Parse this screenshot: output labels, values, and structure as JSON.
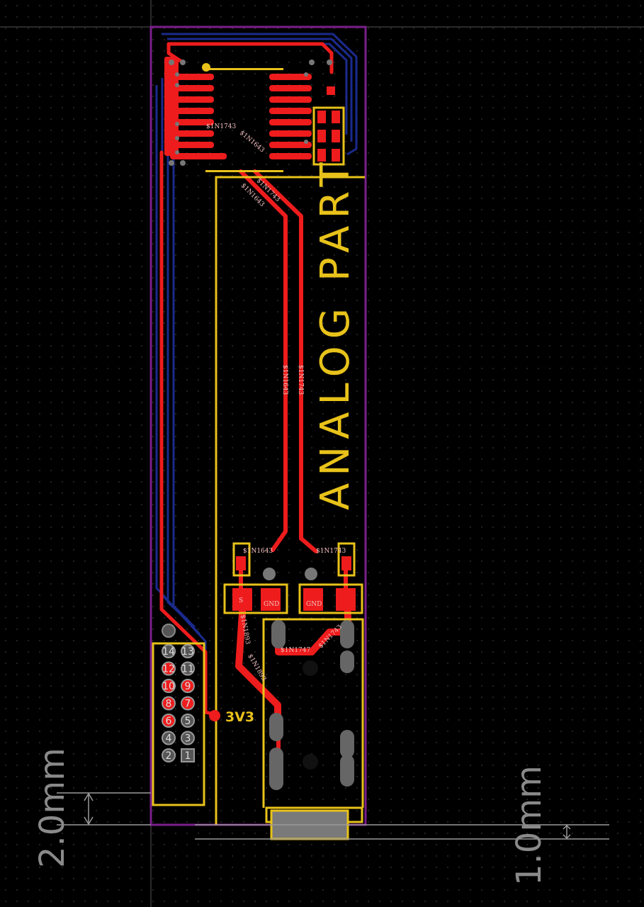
{
  "board": {
    "silkscreen_title": "ANALOG PART",
    "power_label": "3V3",
    "outline_color": "#7a1f8c",
    "copper_top_color": "#ee1c1c",
    "copper_bottom_color": "#1a2a8c",
    "silkscreen_color": "#e8c21a"
  },
  "dimensions": {
    "left": "2.0mm",
    "right": "1.0mm"
  },
  "nets": {
    "n1743": "$1N1743",
    "n1643": "$1N1643",
    "n1747": "$1N1747",
    "n1893": "$1N1893",
    "gnd": "GND",
    "s": "S"
  },
  "header_pins": [
    "1",
    "2",
    "3",
    "4",
    "5",
    "6",
    "7",
    "8",
    "9",
    "10",
    "11",
    "12",
    "13",
    "14"
  ]
}
